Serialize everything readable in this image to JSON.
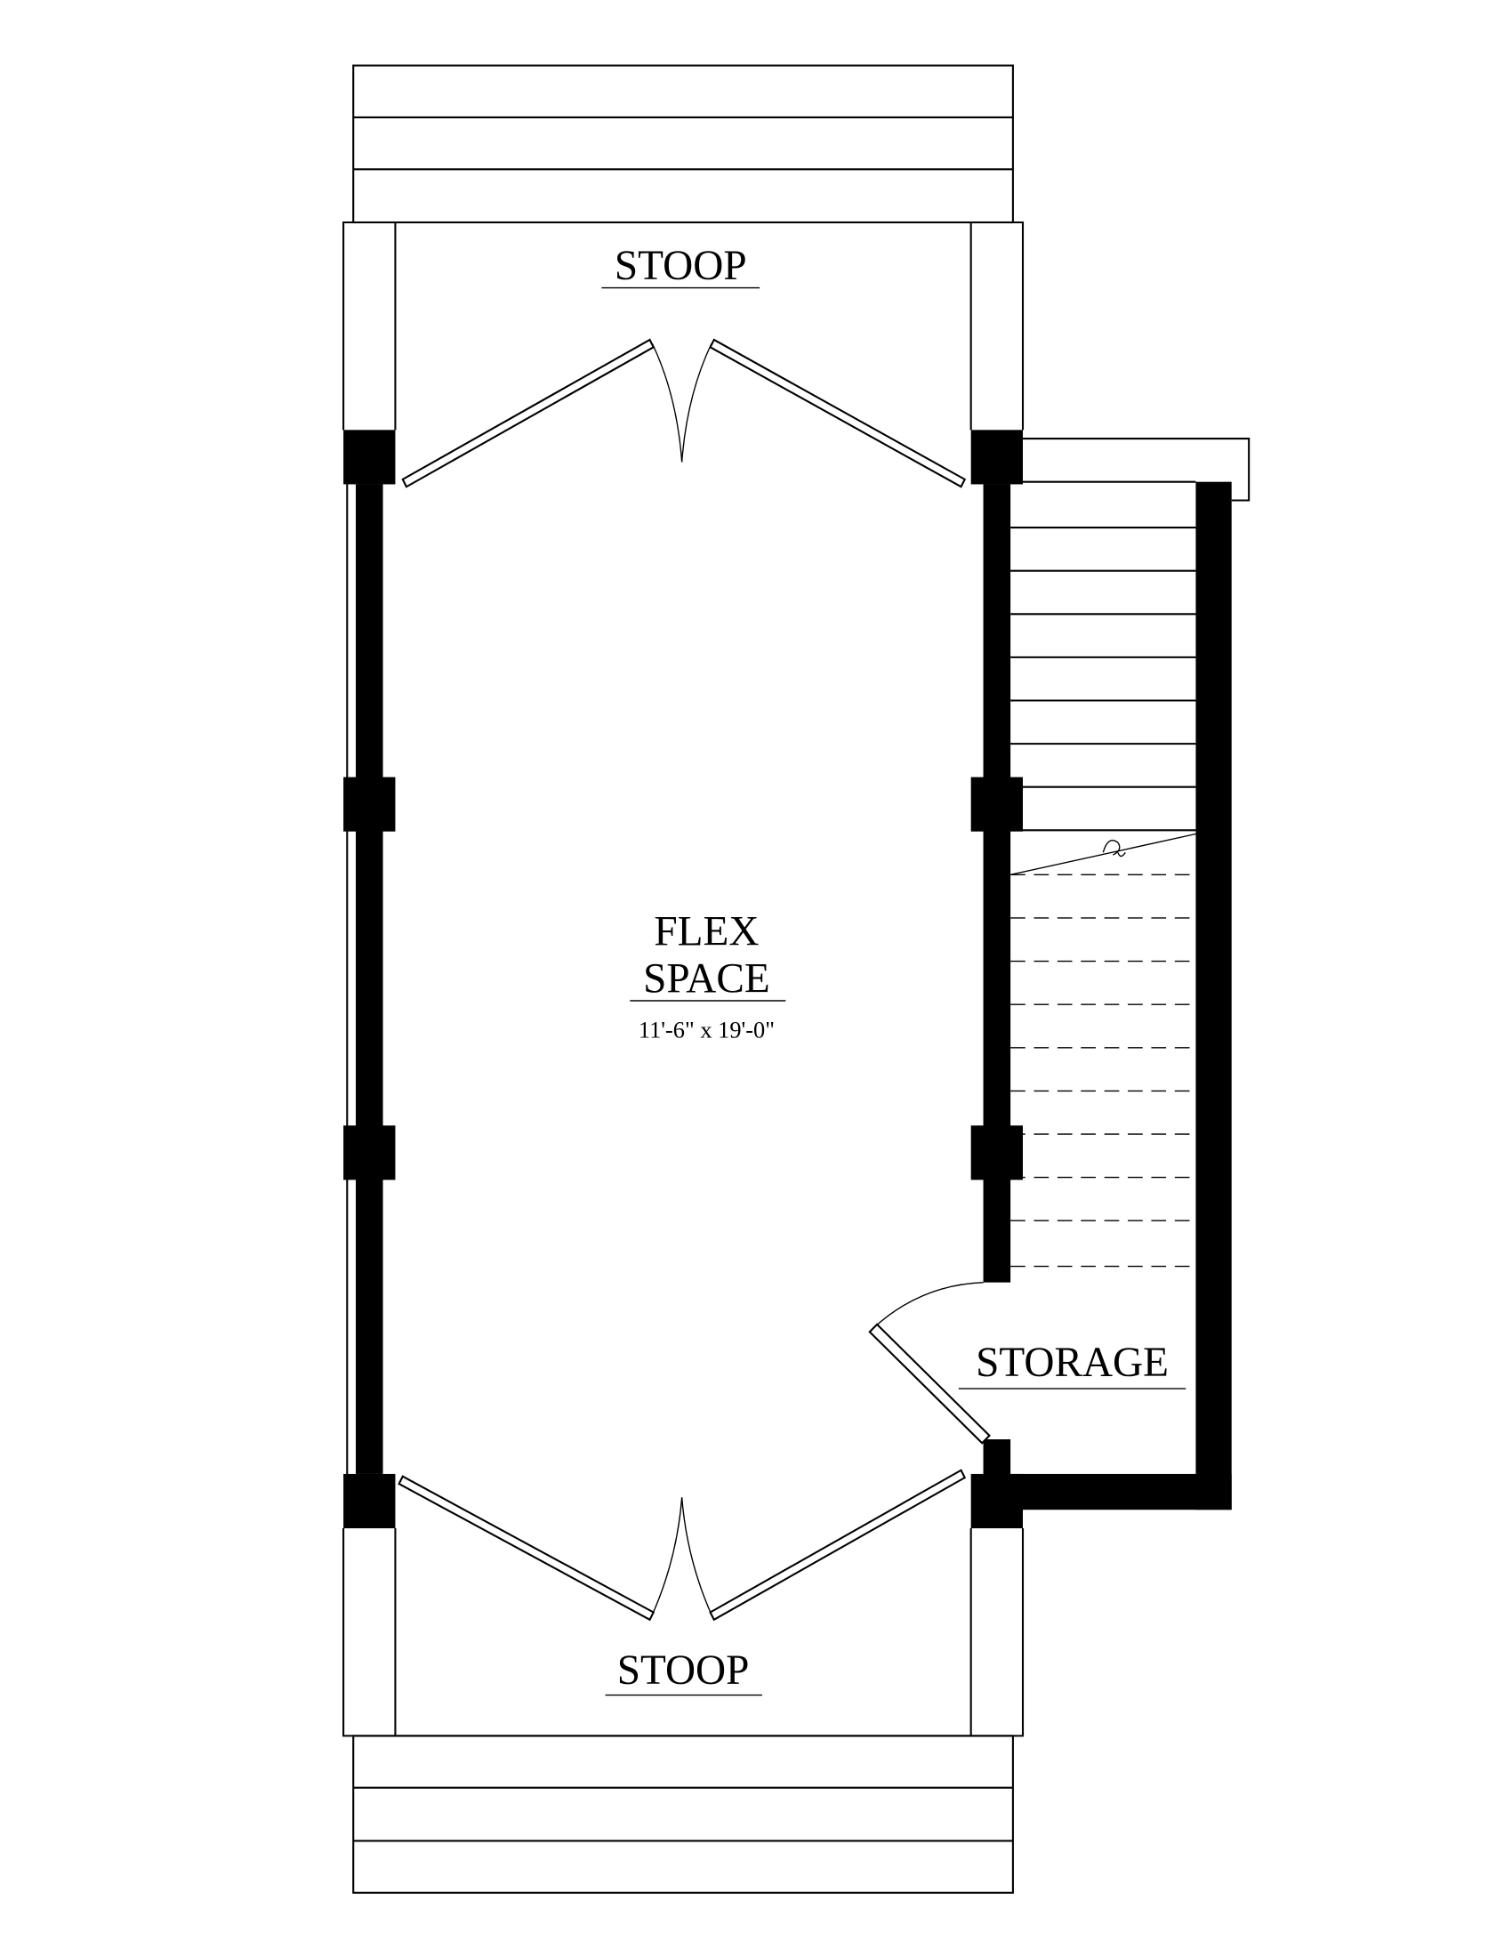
{
  "rooms": {
    "stoop_top": {
      "label": "STOOP"
    },
    "flex_space": {
      "label_line1": "FLEX",
      "label_line2": "SPACE",
      "dimensions": "11'-6\" x 19'-0\""
    },
    "storage": {
      "label": "STORAGE"
    },
    "stoop_bottom": {
      "label": "STOOP"
    }
  },
  "colors": {
    "wall": "#000000",
    "line": "#000000",
    "background": "#ffffff"
  }
}
